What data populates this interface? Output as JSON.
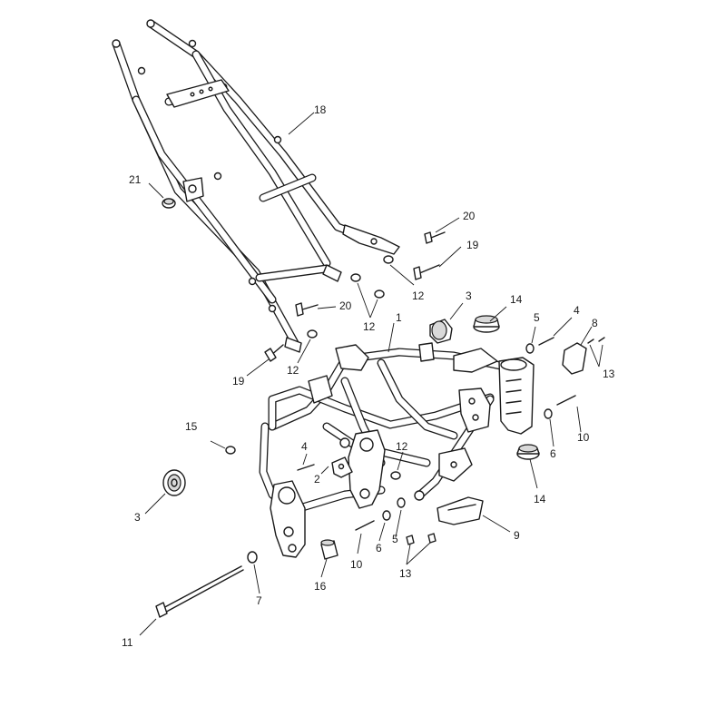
{
  "callouts": [
    {
      "id": "c1",
      "label": "1"
    },
    {
      "id": "c2",
      "label": "2"
    },
    {
      "id": "c3a",
      "label": "3"
    },
    {
      "id": "c3b",
      "label": "3"
    },
    {
      "id": "c4a",
      "label": "4"
    },
    {
      "id": "c4b",
      "label": "4"
    },
    {
      "id": "c5a",
      "label": "5"
    },
    {
      "id": "c5b",
      "label": "5"
    },
    {
      "id": "c6a",
      "label": "6"
    },
    {
      "id": "c6b",
      "label": "6"
    },
    {
      "id": "c7",
      "label": "7"
    },
    {
      "id": "c8",
      "label": "8"
    },
    {
      "id": "c9",
      "label": "9"
    },
    {
      "id": "c10a",
      "label": "10"
    },
    {
      "id": "c10b",
      "label": "10"
    },
    {
      "id": "c11",
      "label": "11"
    },
    {
      "id": "c12a",
      "label": "12"
    },
    {
      "id": "c12b",
      "label": "12"
    },
    {
      "id": "c12c",
      "label": "12"
    },
    {
      "id": "c12d",
      "label": "12"
    },
    {
      "id": "c13a",
      "label": "13"
    },
    {
      "id": "c13b",
      "label": "13"
    },
    {
      "id": "c14a",
      "label": "14"
    },
    {
      "id": "c14b",
      "label": "14"
    },
    {
      "id": "c15",
      "label": "15"
    },
    {
      "id": "c16",
      "label": "16"
    },
    {
      "id": "c18",
      "label": "18"
    },
    {
      "id": "c19a",
      "label": "19"
    },
    {
      "id": "c19b",
      "label": "19"
    },
    {
      "id": "c20a",
      "label": "20"
    },
    {
      "id": "c20b",
      "label": "20"
    },
    {
      "id": "c21",
      "label": "21"
    }
  ]
}
